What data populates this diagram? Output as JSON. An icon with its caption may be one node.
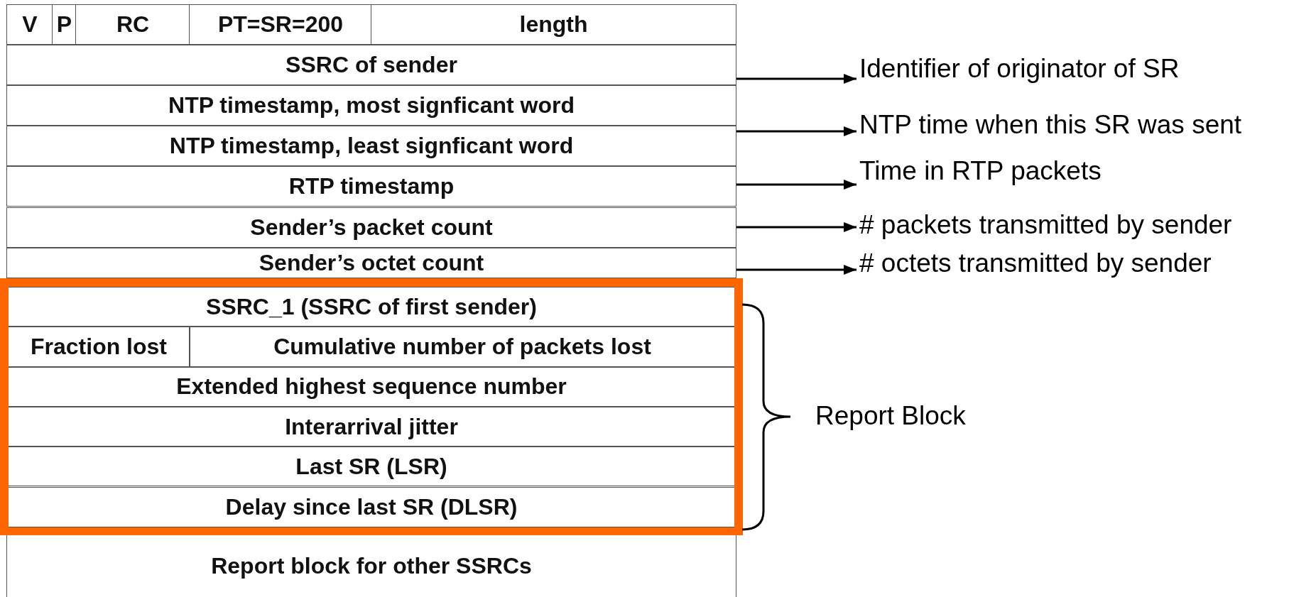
{
  "diagram": {
    "nodes": [
      {
        "text": [
          "V"
        ]
      },
      {
        "text": [
          "P"
        ]
      },
      {
        "text": [
          "RC"
        ]
      },
      {
        "text": [
          "PT=SR=200"
        ]
      },
      {
        "text": [
          "length"
        ]
      },
      {
        "text": [
          "SSRC of sender"
        ]
      },
      {
        "text": [
          "NTP timestamp, most signficant word"
        ]
      },
      {
        "text": [
          "NTP timestamp, least signficant word"
        ]
      },
      {
        "text": [
          "RTP timestamp"
        ]
      },
      {
        "text": [
          "Sender’s packet count"
        ]
      },
      {
        "text": [
          "Sender’s octet count"
        ]
      },
      {
        "text": [],
        "shape": "box"
      },
      {
        "text": [
          "SSRC_1 (SSRC of first sender)"
        ],
        "in": 11
      },
      {
        "text": [
          "Fraction lost"
        ],
        "in": 11
      },
      {
        "text": [
          "Cumulative number of packets lost"
        ],
        "in": 11
      },
      {
        "text": [
          "Extended highest sequence number"
        ],
        "in": 11
      },
      {
        "text": [
          "Interarrival jitter"
        ],
        "in": 11
      },
      {
        "text": [
          "Last SR (LSR)"
        ],
        "in": 11
      },
      {
        "text": [
          "Delay since last SR (DLSR)"
        ],
        "in": 11
      },
      {
        "text": [
          "Report block for other SSRCs"
        ]
      },
      {
        "text": [
          "Identifier of originator of SR"
        ]
      },
      {
        "text": [
          "NTP time when this SR was sent"
        ]
      },
      {
        "text": [
          "Time in RTP packets"
        ]
      },
      {
        "text": [
          "# packets transmitted by sender"
        ]
      },
      {
        "text": [
          "# octets transmitted by sender"
        ]
      }
    ],
    "edges": [
      {
        "from": 5,
        "to": 20,
        "arrow": "to"
      },
      {
        "from": 7,
        "to": 21,
        "arrow": "to"
      },
      {
        "from": 8,
        "to": 22,
        "arrow": "to"
      },
      {
        "from": 9,
        "to": 23,
        "arrow": "to"
      },
      {
        "from": 10,
        "to": 24,
        "arrow": "to"
      }
    ],
    "labels": [
      "Report Block"
    ]
  }
}
